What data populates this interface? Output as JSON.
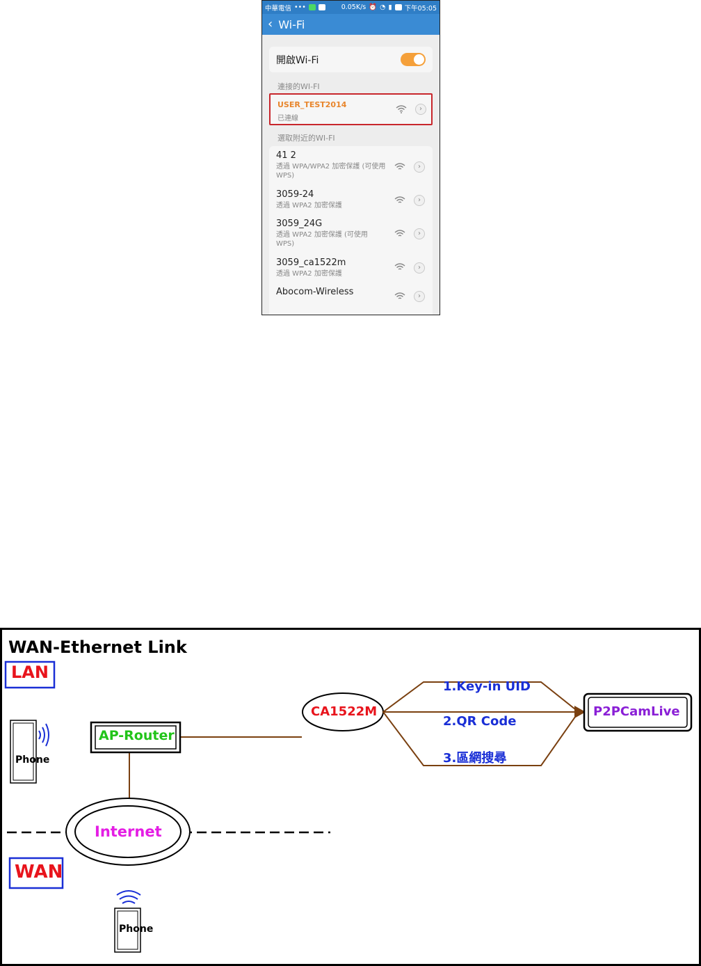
{
  "phone": {
    "status_bar": {
      "carrier": "中華電信",
      "speed": "0.05K/s",
      "time": "下午05:05"
    },
    "title": "Wi-Fi",
    "wifi_toggle_label": "開啟Wi-Fi",
    "wifi_enabled": true,
    "connected_section_label": "連接的WI-FI",
    "connected_network": {
      "name": "USER_TEST2014",
      "status": "已連線"
    },
    "nearby_section_label": "選取附近的WI-FI",
    "nearby_networks": [
      {
        "name": "41 2",
        "security": "透過 WPA/WPA2 加密保護 (可使用 WPS)"
      },
      {
        "name": "3059-24",
        "security": "透過 WPA2 加密保護"
      },
      {
        "name": "3059_24G",
        "security": "透過 WPA2 加密保護 (可使用 WPS)"
      },
      {
        "name": "3059_ca1522m",
        "security": "透過 WPA2 加密保護"
      },
      {
        "name": "Abocom-Wireless",
        "security": ""
      }
    ],
    "colors": {
      "accent": "#f5a03a",
      "header": "#3a8bd4",
      "highlight_border": "#c8262c"
    }
  },
  "diagram": {
    "title": "WAN-Ethernet Link",
    "lan_label": "LAN",
    "wan_label": "WAN",
    "ap_router_label": "AP-Router",
    "internet_label": "Internet",
    "camera_label": "CA1522M",
    "app_label": "P2PCamLive",
    "phone_label": "Phone",
    "methods": [
      "1.Key-in UID",
      "2.QR Code",
      "3.區網搜尋"
    ],
    "colors": {
      "lan_wan_text": "#e8141c",
      "lan_wan_border": "#1a2fd6",
      "router_text": "#22c41a",
      "internet_text": "#e41ee4",
      "camera_text": "#e8141c",
      "app_text": "#8a1fd6",
      "method_text": "#1a2fd6",
      "link_line": "#7a4010"
    }
  }
}
